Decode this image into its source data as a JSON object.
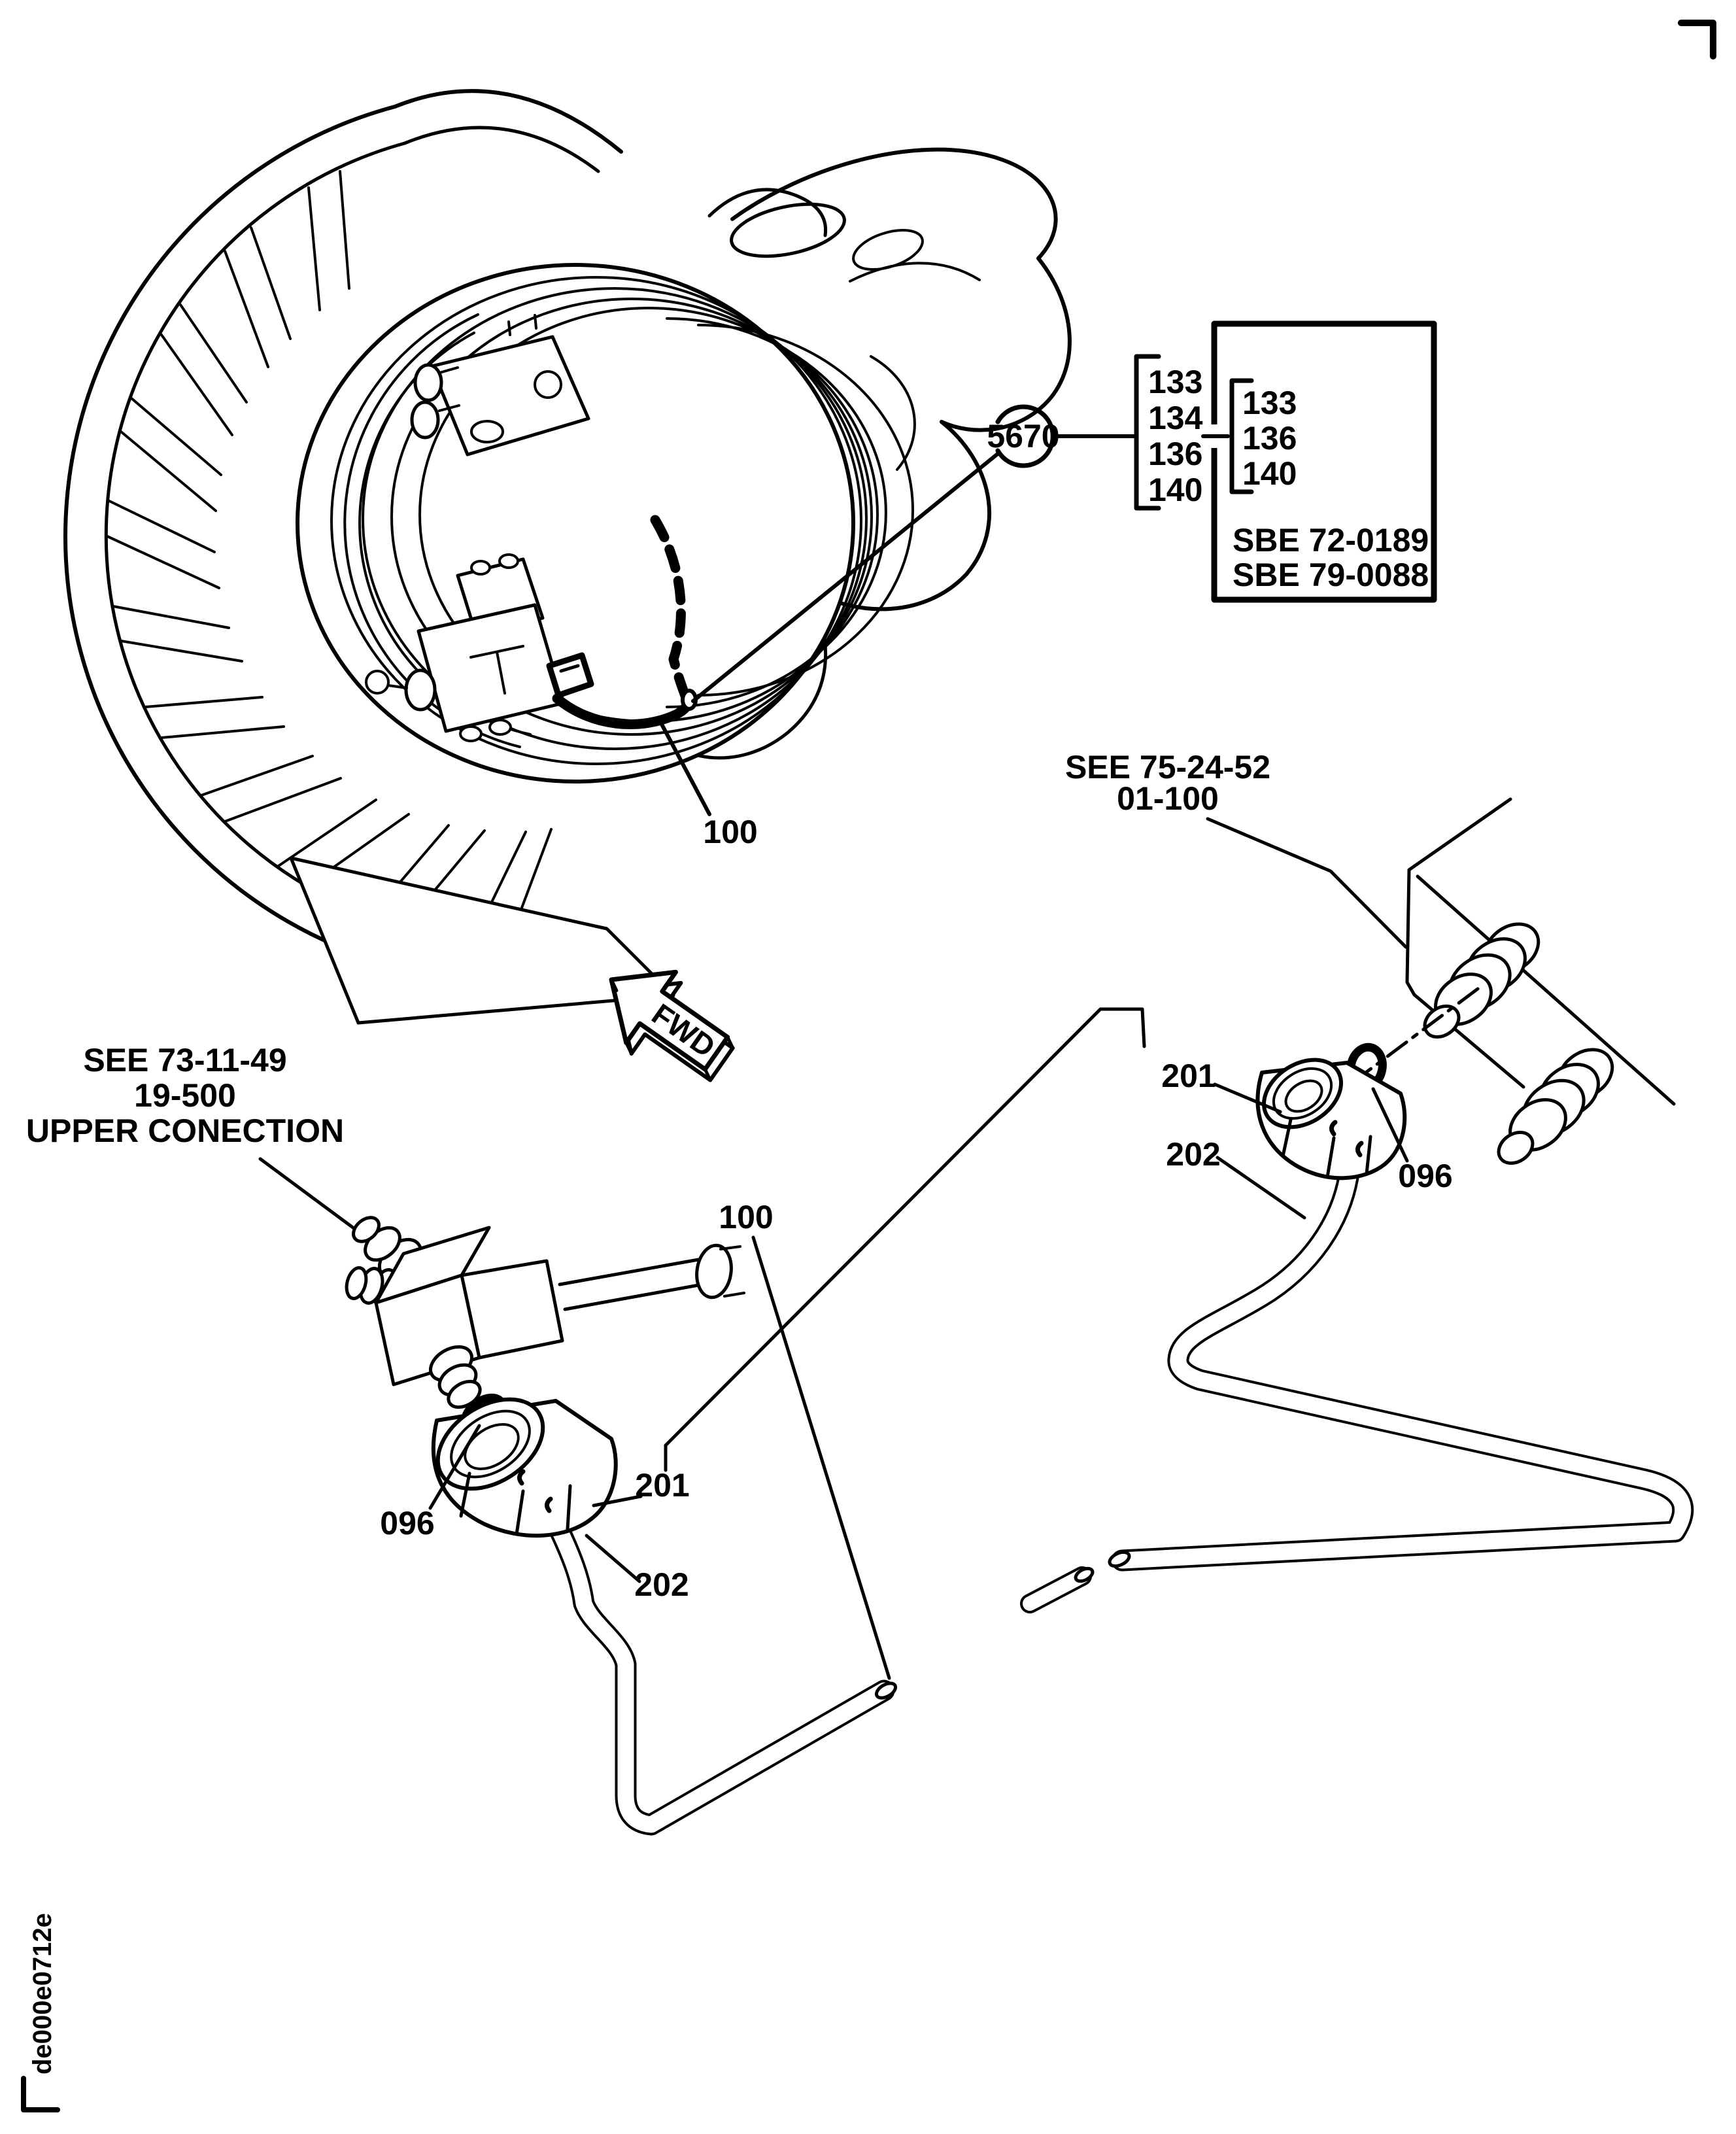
{
  "page": {
    "figure_code": "de000e0712e"
  },
  "colors": {
    "ink": "#000000",
    "paper": "#ffffff"
  },
  "callouts": {
    "balloon_number": "5670",
    "left_bracket_items": [
      "133",
      "134",
      "136",
      "140"
    ],
    "box": {
      "bracket_items": [
        "133",
        "136",
        "140"
      ],
      "notes": [
        "SBE 72-0189",
        "SBE 79-0088"
      ]
    },
    "engine_location_ref": "100",
    "tube_item_ref": "100",
    "cross_ref_right": {
      "line1": "SEE 75-24-52",
      "line2": "01-100"
    },
    "cross_ref_left": {
      "line1": "SEE 73-11-49",
      "line2": "19-500",
      "line3": "UPPER CONECTION"
    },
    "left_connection": {
      "o_ring": "096",
      "coupling_nut": "201",
      "tube_end": "202"
    },
    "right_connection": {
      "o_ring": "096",
      "coupling_nut": "201",
      "tube_end": "202"
    },
    "direction_arrow": "FWD"
  }
}
